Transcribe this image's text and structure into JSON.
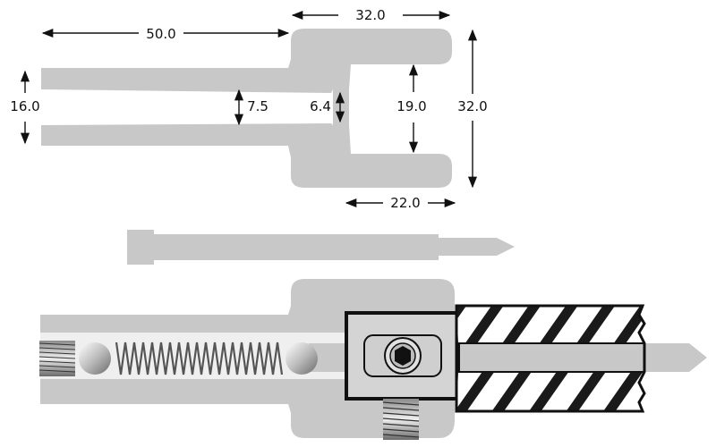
{
  "colors": {
    "part_fill": "#c8c8c8",
    "dimension_line": "#111111",
    "outline": "#111111",
    "metal_dark": "#555555",
    "metal_light": "#e8e8e8"
  },
  "dimensions": {
    "length_50": "50.0",
    "width_32_top": "32.0",
    "height_16": "16.0",
    "gap_7_5": "7.5",
    "gap_6_4": "6.4",
    "slot_19": "19.0",
    "height_32": "32.0",
    "slot_depth_22": "22.0"
  },
  "components": {
    "top_view": "fork-body-profile",
    "middle_view": "ejector-pin",
    "bottom_view": "assembly-section",
    "parts": [
      "set-screw-left",
      "ball-left",
      "compression-spring",
      "ball-right",
      "clamp-block",
      "socket-head-cap-screw",
      "threaded-stud",
      "knurled-sleeve",
      "pin-tip"
    ]
  }
}
